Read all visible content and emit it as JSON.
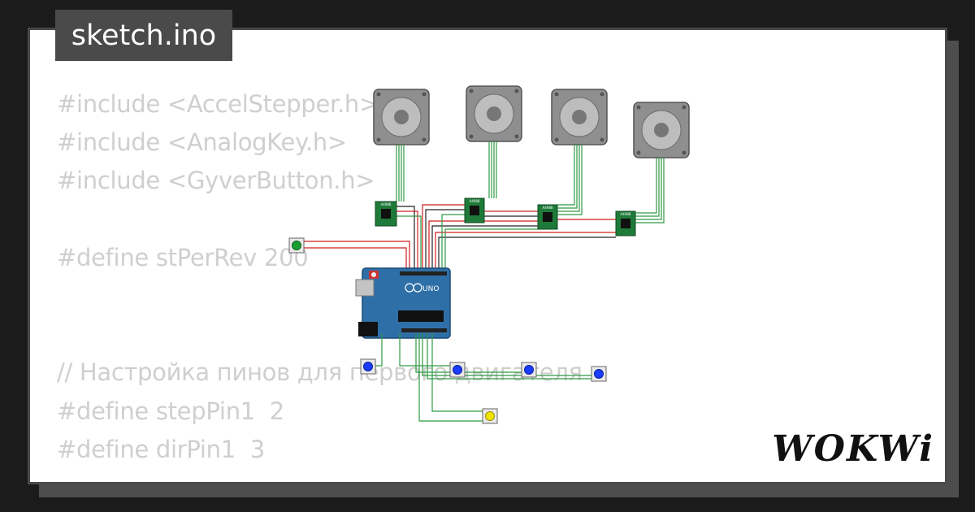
{
  "title": "sketch.ino",
  "brand": "WOKWi",
  "code_lines": [
    "#include <AccelStepper.h>",
    "#include <AnalogKey.h>",
    "#include <GyverButton.h>",
    "",
    "#define stPerRev 200",
    "",
    "",
    "// Настройка пинов для первого двигателя",
    "#define stepPin1  2",
    "#define dirPin1  3"
  ],
  "board": {
    "logo": "UNO"
  },
  "drivers": [
    {
      "label": "A4988"
    },
    {
      "label": "A4988"
    },
    {
      "label": "A4988"
    },
    {
      "label": "A4988"
    }
  ],
  "colors": {
    "background": "#1b1b1b",
    "card": "#ffffff",
    "card_border": "#4a4a4a",
    "code_text": "#cfcfcf",
    "board_blue": "#2f6fa8",
    "driver_green": "#1e7a38",
    "wire_green": "#2e9a44",
    "wire_red": "#d21f1f",
    "wire_black": "#222222",
    "button_blue": "#1a3cff",
    "button_green": "#1aa031",
    "button_yellow": "#f2e200"
  }
}
